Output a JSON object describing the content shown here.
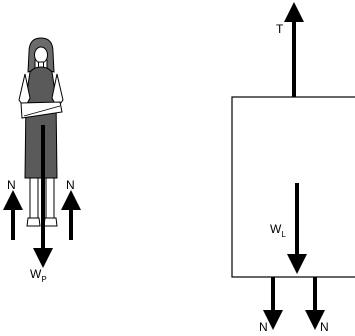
{
  "colors": {
    "ink": "#000000",
    "background": "#ffffff",
    "hair": "#6b6b6b",
    "dress": "#5a5a5a",
    "skin": "#ffffff"
  },
  "person": {
    "icon": "standing-woman-figure",
    "normal_force_left": "N",
    "normal_force_right": "N",
    "weight_symbol": "W",
    "weight_subscript": "P"
  },
  "box": {
    "tension_label": "T",
    "weight_symbol": "W",
    "weight_subscript": "L",
    "normal_force_left": "N",
    "normal_force_right": "N"
  }
}
